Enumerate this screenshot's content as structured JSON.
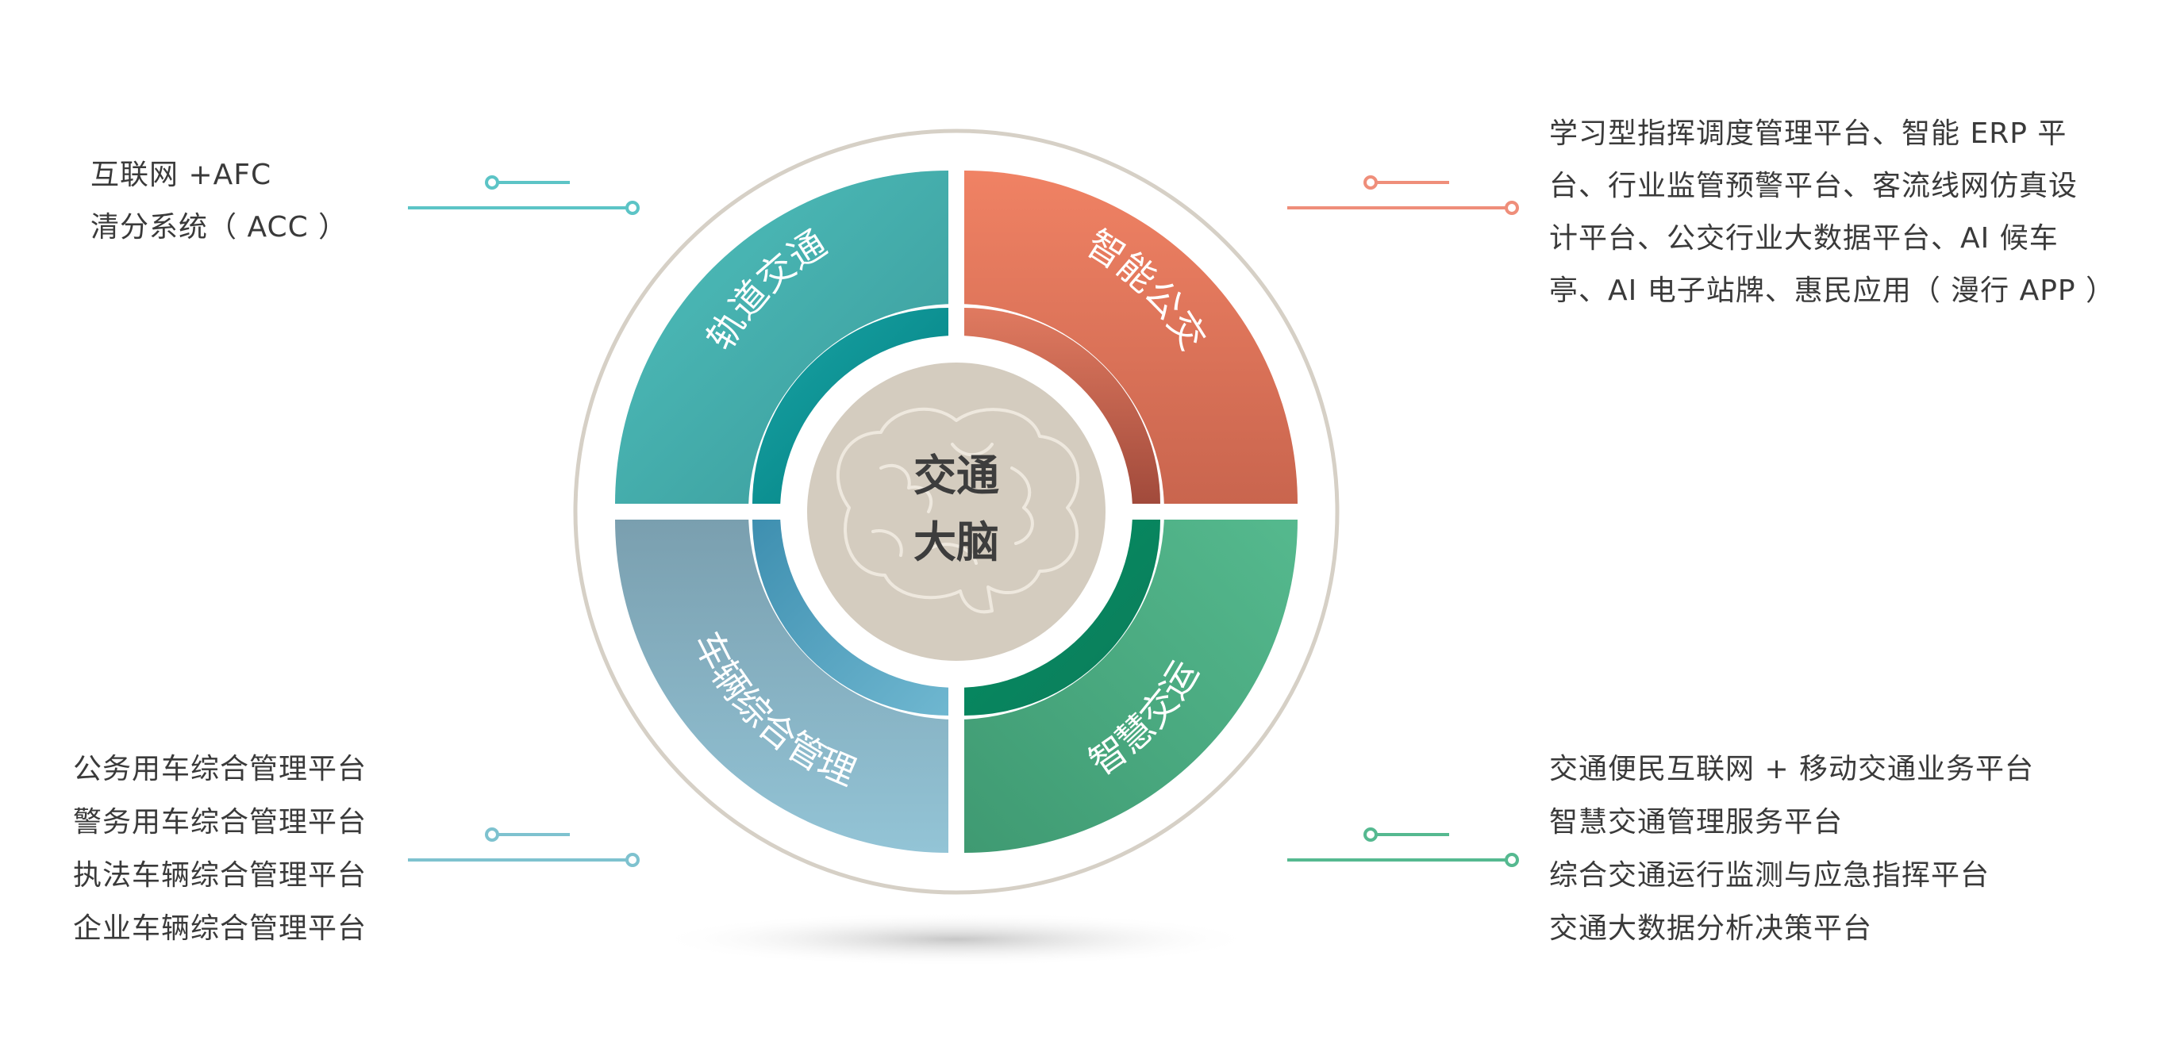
{
  "center": {
    "line1": "交通",
    "line2": "大脑"
  },
  "quadrants": [
    {
      "key": "rail",
      "label": "轨道交通",
      "color": "#4ab7b4"
    },
    {
      "key": "bus",
      "label": "智能公交",
      "color": "#e9785c"
    },
    {
      "key": "vehicle",
      "label": "车辆综合管理",
      "color": "#8bbccf"
    },
    {
      "key": "traffic",
      "label": "智慧交运",
      "color": "#4fb287"
    }
  ],
  "annotations": {
    "top_left": [
      "互联网 +AFC",
      "清分系统（ ACC ）"
    ],
    "top_right": "学习型指挥调度管理平台、智能 ERP 平台、行业监管预警平台、客流线网仿真设计平台、公交行业大数据平台、AI 候车亭、AI 电子站牌、惠民应用（ 漫行 APP ）",
    "bottom_left": [
      "公务用车综合管理平台",
      "警务用车综合管理平台",
      "执法车辆综合管理平台",
      "企业车辆综合管理平台"
    ],
    "bottom_right": [
      "交通便民互联网 + 移动交通业务平台",
      "智慧交通管理服务平台",
      "综合交通运行监测与应急指挥平台",
      "交通大数据分析决策平台"
    ]
  }
}
